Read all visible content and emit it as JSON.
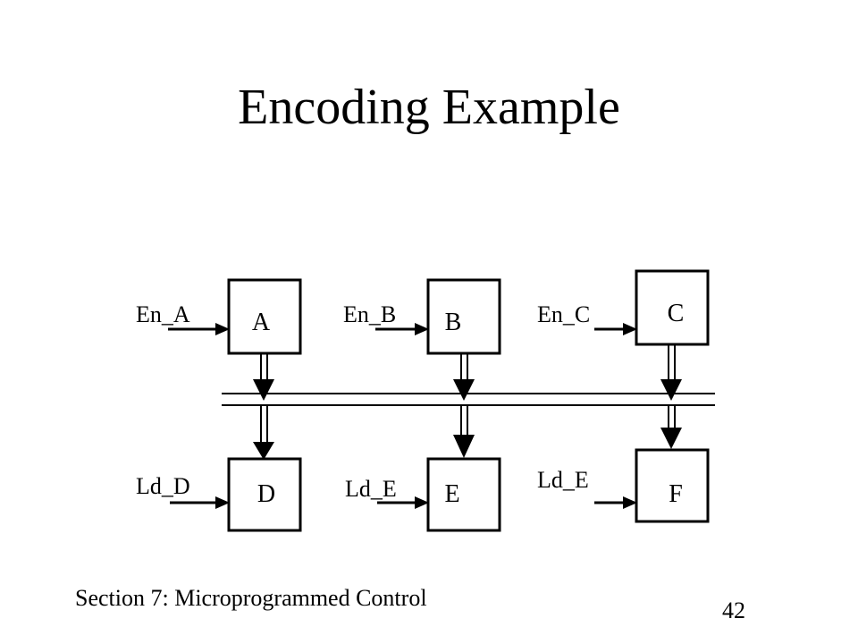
{
  "slide": {
    "title": "Encoding Example",
    "footer": "Section 7: Microprogrammed Control",
    "page_number": "42"
  },
  "diagram": {
    "registers": {
      "A": "A",
      "B": "B",
      "C": "C",
      "D": "D",
      "E": "E",
      "F": "F"
    },
    "signals": {
      "en_a": "En_A",
      "en_b": "En_B",
      "en_c": "En_C",
      "ld_d": "Ld_D",
      "ld_e1": "Ld_E",
      "ld_e2": "Ld_E"
    }
  }
}
